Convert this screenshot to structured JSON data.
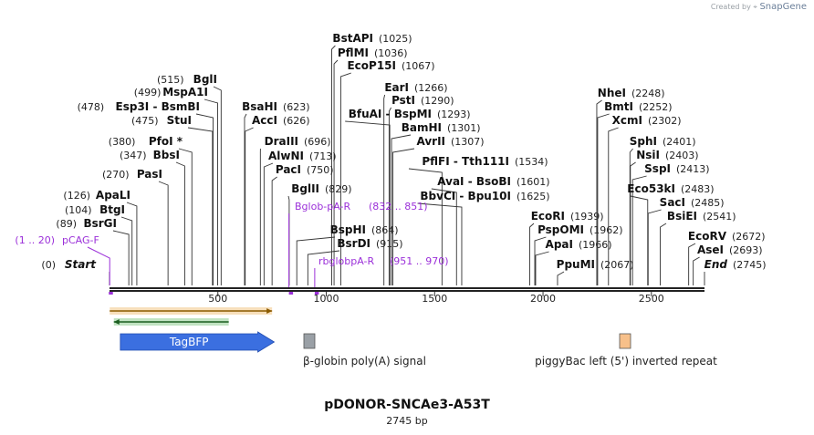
{
  "credit": {
    "prefix": "Created by",
    "brand": "SnapGene"
  },
  "plasmid": {
    "name": "pDONOR-SNCAe3-A53T",
    "length": 2745,
    "length_label": "2745 bp"
  },
  "axis": {
    "ticks": [
      500,
      1000,
      1500,
      2000,
      2500
    ]
  },
  "enzymes": [
    {
      "name": "BstAPI",
      "pos": 1025,
      "pos_label": "(1025)"
    },
    {
      "name": "PflMI",
      "pos": 1036,
      "pos_label": "(1036)"
    },
    {
      "name": "EcoP15I",
      "pos": 1067,
      "pos_label": "(1067)"
    },
    {
      "name": "BglI",
      "pos": 515,
      "pos_label": "(515)"
    },
    {
      "name": "MspA1I",
      "pos": 499,
      "pos_label": "(499)"
    },
    {
      "name": "Esp3I - BsmBI",
      "pos": 478,
      "pos_label": "(478)"
    },
    {
      "name": "StuI",
      "pos": 475,
      "pos_label": "(475)"
    },
    {
      "name": "PfoI *",
      "pos": 380,
      "pos_label": "(380)"
    },
    {
      "name": "BbsI",
      "pos": 347,
      "pos_label": "(347)"
    },
    {
      "name": "PasI",
      "pos": 270,
      "pos_label": "(270)"
    },
    {
      "name": "ApaLI",
      "pos": 126,
      "pos_label": "(126)"
    },
    {
      "name": "BtgI",
      "pos": 104,
      "pos_label": "(104)"
    },
    {
      "name": "BsrGI",
      "pos": 89,
      "pos_label": "(89)"
    },
    {
      "name": "Start",
      "pos": 0,
      "pos_label": "(0)",
      "italic": true
    },
    {
      "name": "BsaHI",
      "pos": 623,
      "pos_label": "(623)"
    },
    {
      "name": "AccI",
      "pos": 626,
      "pos_label": "(626)"
    },
    {
      "name": "DraIII",
      "pos": 696,
      "pos_label": "(696)"
    },
    {
      "name": "AlwNI",
      "pos": 713,
      "pos_label": "(713)"
    },
    {
      "name": "PacI",
      "pos": 750,
      "pos_label": "(750)"
    },
    {
      "name": "BglII",
      "pos": 829,
      "pos_label": "(829)"
    },
    {
      "name": "BspHI",
      "pos": 864,
      "pos_label": "(864)"
    },
    {
      "name": "BsrDI",
      "pos": 915,
      "pos_label": "(915)"
    },
    {
      "name": "EarI",
      "pos": 1266,
      "pos_label": "(1266)"
    },
    {
      "name": "PstI",
      "pos": 1290,
      "pos_label": "(1290)"
    },
    {
      "name": "BfuAI - BspMI",
      "pos": 1293,
      "pos_label": "(1293)"
    },
    {
      "name": "BamHI",
      "pos": 1301,
      "pos_label": "(1301)"
    },
    {
      "name": "AvrII",
      "pos": 1307,
      "pos_label": "(1307)"
    },
    {
      "name": "PflFI - Tth111I",
      "pos": 1534,
      "pos_label": "(1534)"
    },
    {
      "name": "AvaI - BsoBI",
      "pos": 1601,
      "pos_label": "(1601)"
    },
    {
      "name": "BbvCI - Bpu10I",
      "pos": 1625,
      "pos_label": "(1625)"
    },
    {
      "name": "EcoRI",
      "pos": 1939,
      "pos_label": "(1939)"
    },
    {
      "name": "PspOMI",
      "pos": 1962,
      "pos_label": "(1962)"
    },
    {
      "name": "ApaI",
      "pos": 1966,
      "pos_label": "(1966)"
    },
    {
      "name": "PpuMI",
      "pos": 2067,
      "pos_label": "(2067)"
    },
    {
      "name": "NheI",
      "pos": 2248,
      "pos_label": "(2248)"
    },
    {
      "name": "BmtI",
      "pos": 2252,
      "pos_label": "(2252)"
    },
    {
      "name": "XcmI",
      "pos": 2302,
      "pos_label": "(2302)"
    },
    {
      "name": "SphI",
      "pos": 2401,
      "pos_label": "(2401)"
    },
    {
      "name": "NsiI",
      "pos": 2403,
      "pos_label": "(2403)"
    },
    {
      "name": "SspI",
      "pos": 2413,
      "pos_label": "(2413)"
    },
    {
      "name": "Eco53kI",
      "pos": 2483,
      "pos_label": "(2483)"
    },
    {
      "name": "SacI",
      "pos": 2485,
      "pos_label": "(2485)"
    },
    {
      "name": "BsiEI",
      "pos": 2541,
      "pos_label": "(2541)"
    },
    {
      "name": "EcoRV",
      "pos": 2672,
      "pos_label": "(2672)"
    },
    {
      "name": "AseI",
      "pos": 2693,
      "pos_label": "(2693)"
    },
    {
      "name": "End",
      "pos": 2745,
      "pos_label": "(2745)",
      "italic": true
    }
  ],
  "primers": [
    {
      "name": "pCAG-F",
      "range_label": "(1 .. 20)",
      "start": 1,
      "end": 20
    },
    {
      "name": "Bglob-pA-R",
      "range_label": "(832 .. 851)",
      "start": 832,
      "end": 851
    },
    {
      "name": "rbglobpA-R",
      "range_label": "(951 .. 970)",
      "start": 951,
      "end": 970
    }
  ],
  "features": [
    {
      "name": "TagBFP",
      "start": 50,
      "end": 760,
      "kind": "arrow",
      "color": "#3b6fe0",
      "label_inside": true
    },
    {
      "name": "β-globin poly(A) signal",
      "start": 893,
      "end": 950,
      "kind": "box",
      "color": "#9aa0a6"
    },
    {
      "name": "piggyBac left (5') inverted repeat",
      "start": 2360,
      "end": 2400,
      "kind": "box",
      "color": "#f7c08a"
    }
  ],
  "orf_tracks": [
    {
      "direction": "forward",
      "start": 1,
      "end": 750,
      "color": "#e8a33c"
    },
    {
      "direction": "reverse",
      "start": 20,
      "end": 550,
      "color": "#4caf50"
    }
  ],
  "colors": {
    "primer": "#9b30d9",
    "backbone": "#222222"
  }
}
